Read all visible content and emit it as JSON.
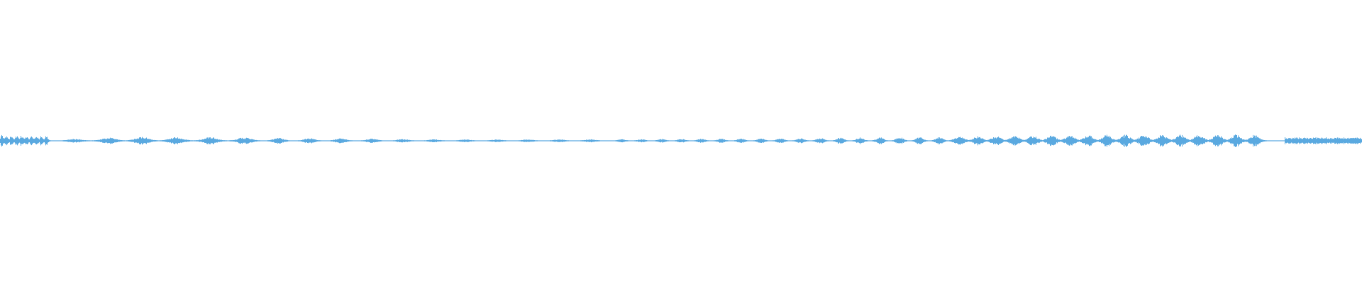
{
  "waveform": {
    "color": "#5aa9e0",
    "background": "#ffffff",
    "envelope_keyframes": [
      [
        0.0,
        0.55
      ],
      [
        0.037,
        0.45
      ],
      [
        0.04,
        0.05
      ],
      [
        0.09,
        0.3
      ],
      [
        0.15,
        0.28
      ],
      [
        0.25,
        0.18
      ],
      [
        0.33,
        0.08
      ],
      [
        0.45,
        0.1
      ],
      [
        0.56,
        0.18
      ],
      [
        0.65,
        0.28
      ],
      [
        0.76,
        0.4
      ],
      [
        0.83,
        0.5
      ],
      [
        0.935,
        0.5
      ],
      [
        0.945,
        0.28
      ],
      [
        1.0,
        0.28
      ]
    ]
  }
}
